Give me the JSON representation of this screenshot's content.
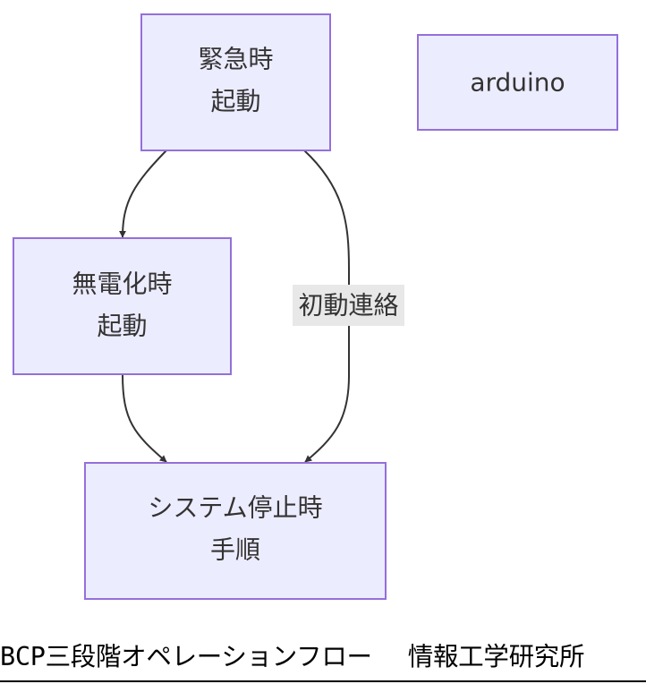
{
  "diagram": {
    "nodes": {
      "emergency": {
        "line1": "緊急時",
        "line2": "起動"
      },
      "arduino": {
        "label": "arduino"
      },
      "no_power": {
        "line1": "無電化時",
        "line2": "起動"
      },
      "system_stop": {
        "line1": "システム停止時",
        "line2": "手順"
      }
    },
    "edges": {
      "initial_contact": {
        "label": "初動連絡"
      }
    },
    "colors": {
      "node_fill": "#ECECFF",
      "node_stroke": "#9370DB",
      "edge": "#333333",
      "edge_label_bg": "#e8e8e8"
    }
  },
  "caption": {
    "left": "BCP三段階オペレーションフロー",
    "right": "情報工学研究所"
  }
}
